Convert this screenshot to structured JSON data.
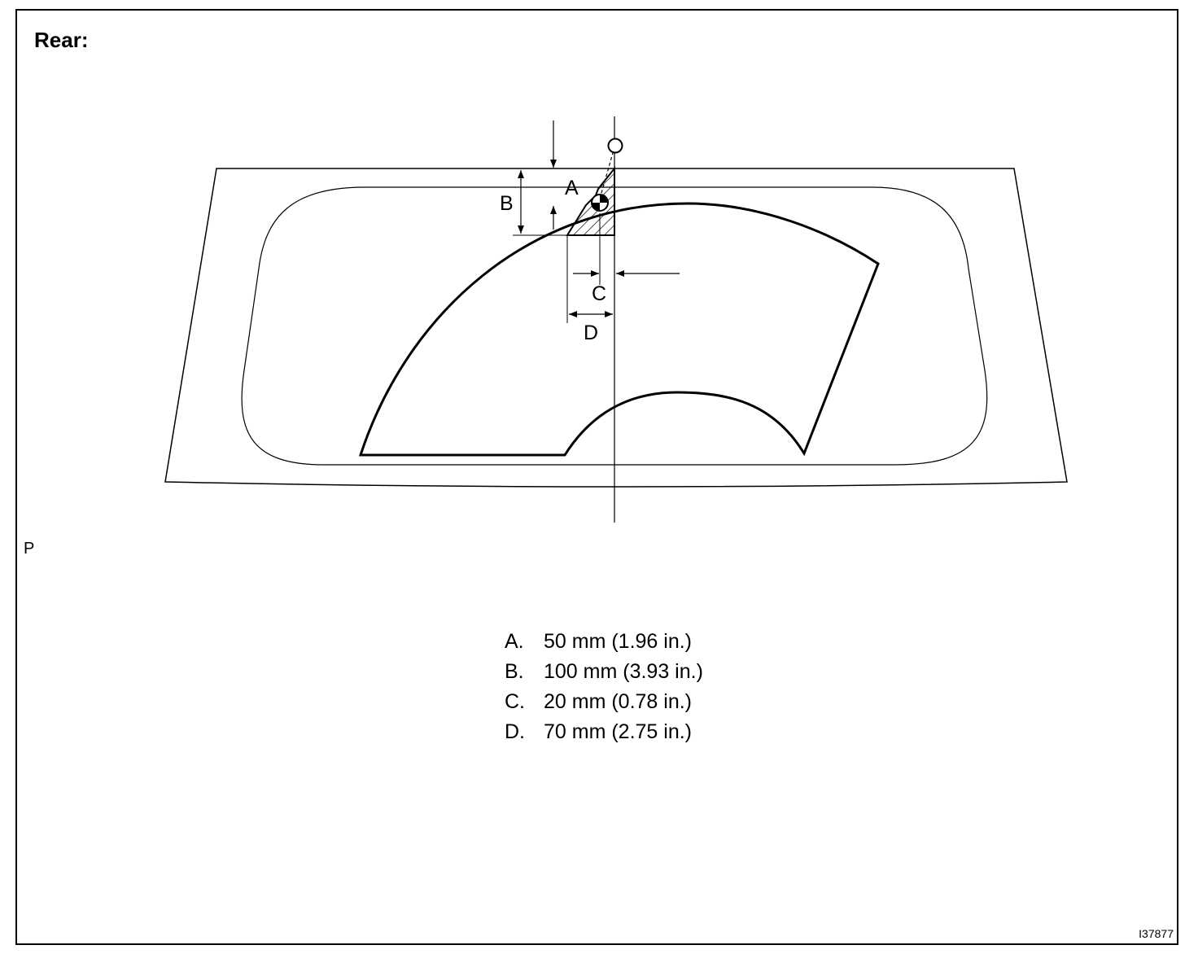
{
  "header": {
    "title": "Rear:"
  },
  "diagram": {
    "side_marker": "P",
    "labels": {
      "a": "A",
      "b": "B",
      "c": "C",
      "d": "D"
    }
  },
  "legend": {
    "items": [
      {
        "key": "A.",
        "value": "50 mm (1.96 in.)"
      },
      {
        "key": "B.",
        "value": "100 mm (3.93 in.)"
      },
      {
        "key": "C.",
        "value": "20 mm (0.78 in.)"
      },
      {
        "key": "D.",
        "value": "70 mm (2.75 in.)"
      }
    ]
  },
  "footer": {
    "figure_id": "I37877"
  },
  "colors": {
    "line": "#000000",
    "background": "#ffffff"
  }
}
